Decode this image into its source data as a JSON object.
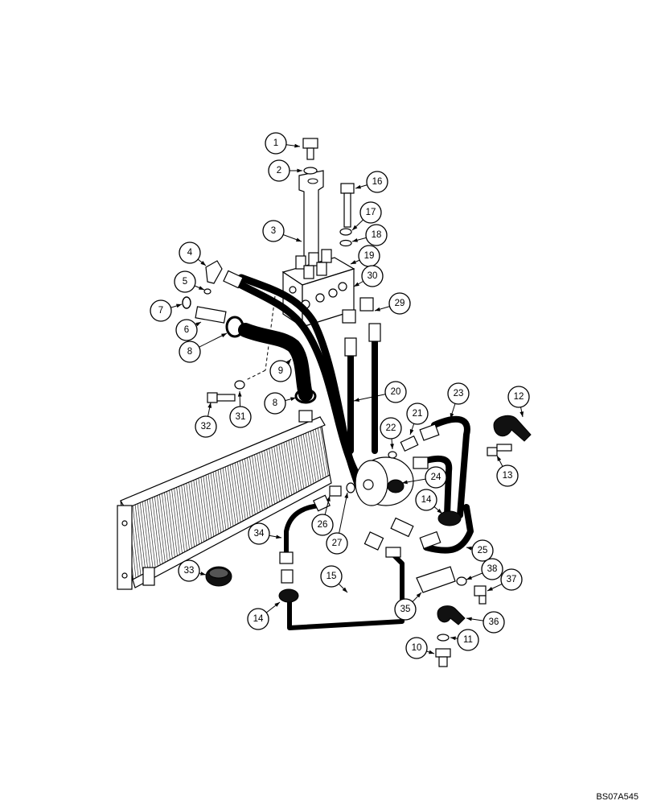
{
  "figure_code": "BS07A545",
  "callouts": [
    {
      "id": "callout-1",
      "label": "1"
    },
    {
      "id": "callout-2",
      "label": "2"
    },
    {
      "id": "callout-3",
      "label": "3"
    },
    {
      "id": "callout-4",
      "label": "4"
    },
    {
      "id": "callout-5",
      "label": "5"
    },
    {
      "id": "callout-6",
      "label": "6"
    },
    {
      "id": "callout-7",
      "label": "7"
    },
    {
      "id": "callout-8a",
      "label": "8"
    },
    {
      "id": "callout-8b",
      "label": "8"
    },
    {
      "id": "callout-9",
      "label": "9"
    },
    {
      "id": "callout-10",
      "label": "10"
    },
    {
      "id": "callout-11",
      "label": "11"
    },
    {
      "id": "callout-12",
      "label": "12"
    },
    {
      "id": "callout-13",
      "label": "13"
    },
    {
      "id": "callout-14a",
      "label": "14"
    },
    {
      "id": "callout-14b",
      "label": "14"
    },
    {
      "id": "callout-15",
      "label": "15"
    },
    {
      "id": "callout-16",
      "label": "16"
    },
    {
      "id": "callout-17",
      "label": "17"
    },
    {
      "id": "callout-18",
      "label": "18"
    },
    {
      "id": "callout-19",
      "label": "19"
    },
    {
      "id": "callout-20",
      "label": "20"
    },
    {
      "id": "callout-21",
      "label": "21"
    },
    {
      "id": "callout-22",
      "label": "22"
    },
    {
      "id": "callout-23",
      "label": "23"
    },
    {
      "id": "callout-24",
      "label": "24"
    },
    {
      "id": "callout-25",
      "label": "25"
    },
    {
      "id": "callout-26",
      "label": "26"
    },
    {
      "id": "callout-27",
      "label": "27"
    },
    {
      "id": "callout-29",
      "label": "29"
    },
    {
      "id": "callout-30",
      "label": "30"
    },
    {
      "id": "callout-31",
      "label": "31"
    },
    {
      "id": "callout-32",
      "label": "32"
    },
    {
      "id": "callout-33",
      "label": "33"
    },
    {
      "id": "callout-34",
      "label": "34"
    },
    {
      "id": "callout-35",
      "label": "35"
    },
    {
      "id": "callout-36",
      "label": "36"
    },
    {
      "id": "callout-37",
      "label": "37"
    },
    {
      "id": "callout-38",
      "label": "38"
    }
  ]
}
